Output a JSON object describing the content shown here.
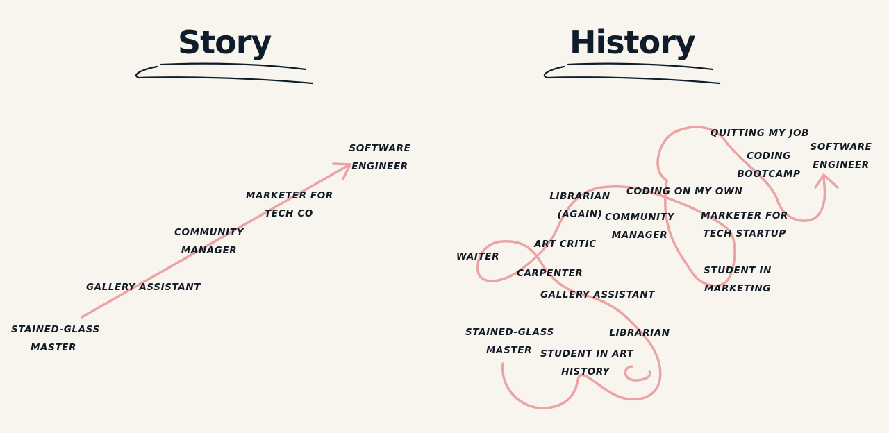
{
  "story": {
    "title": "Story",
    "labels": [
      {
        "lines": [
          "Stained-glass",
          "master"
        ]
      },
      {
        "lines": [
          "Gallery assistant"
        ]
      },
      {
        "lines": [
          "Community",
          "manager"
        ]
      },
      {
        "lines": [
          "Marketer for",
          "tech co"
        ]
      },
      {
        "lines": [
          "Software",
          "engineer"
        ]
      }
    ]
  },
  "history": {
    "title": "History",
    "labels": [
      {
        "lines": [
          "Quitting my job"
        ]
      },
      {
        "lines": [
          "Coding",
          "bootcamp"
        ]
      },
      {
        "lines": [
          "Software",
          "engineer"
        ]
      },
      {
        "lines": [
          "Librarian",
          "(again)"
        ]
      },
      {
        "lines": [
          "Coding on my own"
        ]
      },
      {
        "lines": [
          "Community",
          "manager"
        ]
      },
      {
        "lines": [
          "Marketer for",
          "tech startup"
        ]
      },
      {
        "lines": [
          "Art critic"
        ]
      },
      {
        "lines": [
          "Waiter"
        ]
      },
      {
        "lines": [
          "Carpenter"
        ]
      },
      {
        "lines": [
          "Student in",
          "marketing"
        ]
      },
      {
        "lines": [
          "Gallery assistant"
        ]
      },
      {
        "lines": [
          "Stained-glass",
          "master"
        ]
      },
      {
        "lines": [
          "Librarian"
        ]
      },
      {
        "lines": [
          "Student in art",
          "history"
        ]
      }
    ]
  },
  "colors": {
    "background": "#f8f5ef",
    "ink": "#111a24",
    "path": "#eba3a3"
  }
}
